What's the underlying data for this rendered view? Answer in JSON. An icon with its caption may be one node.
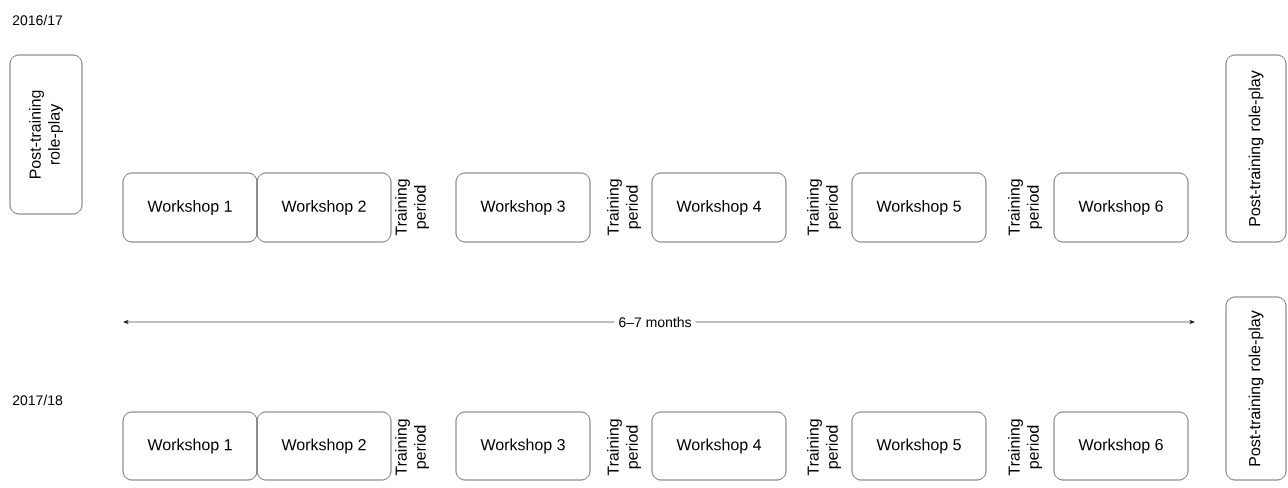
{
  "diagram": {
    "nodes": [
      {
        "text": [
          "Post-training role-play"
        ]
      },
      {
        "text": [
          "Workshop 1"
        ]
      },
      {
        "text": [
          "Workshop 2"
        ]
      },
      {
        "text": [
          "Workshop 3"
        ]
      },
      {
        "text": [
          "Workshop 4"
        ]
      },
      {
        "text": [
          "Workshop 5"
        ]
      },
      {
        "text": [
          "Workshop 6"
        ]
      },
      {
        "text": [
          "Post-training role-play"
        ]
      },
      {
        "text": [
          "Post-training role-play"
        ]
      },
      {
        "text": [
          "Workshop 1"
        ]
      },
      {
        "text": [
          "Workshop 2"
        ]
      },
      {
        "text": [
          "Workshop 3"
        ]
      },
      {
        "text": [
          "Workshop 4"
        ]
      },
      {
        "text": [
          "Workshop 5"
        ]
      },
      {
        "text": [
          "Workshop 6"
        ]
      }
    ],
    "labels": [
      "2016/17",
      "Training period",
      "Training period",
      "Training period",
      "Training period",
      "6–7 months",
      "2017/18",
      "Training period",
      "Training period",
      "Training period",
      "Training period"
    ]
  }
}
